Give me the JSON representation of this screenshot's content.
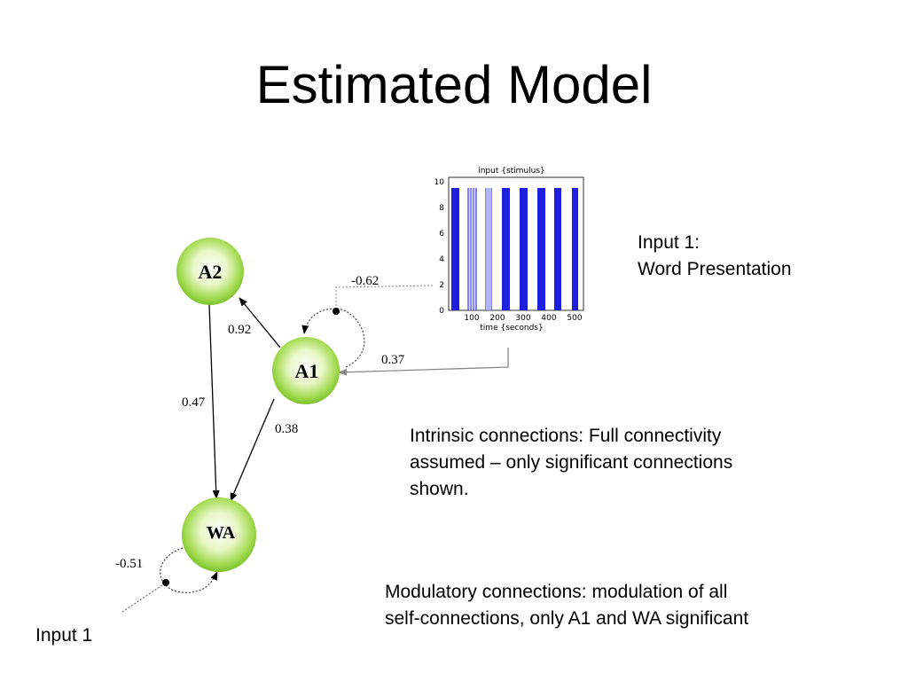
{
  "slide": {
    "title": "Estimated Model"
  },
  "nodes": {
    "a2": "A2",
    "a1": "A1",
    "wa": "WA"
  },
  "weights": {
    "a1_to_a2": "0.92",
    "a2_to_wa": "0.47",
    "a1_to_wa": "0.38",
    "input_to_a1": "0.37",
    "mod_a1_self": "-0.62",
    "mod_wa_self": "-0.51"
  },
  "input_plot": {
    "title": "input {stimulus}",
    "xlabel": "time {seconds}",
    "y_ticks": [
      "0",
      "2",
      "4",
      "6",
      "8",
      "10"
    ],
    "x_ticks": [
      "100",
      "200",
      "300",
      "400",
      "500"
    ],
    "bar_color": "#1f1fe0"
  },
  "annotations": {
    "input_label_line1": "Input 1:",
    "input_label_line2": "Word Presentation",
    "intrinsic_line1": "Intrinsic connections: Full  connectivity",
    "intrinsic_line2": "assumed – only significant connections",
    "intrinsic_line3": "shown.",
    "modulatory_line1": "Modulatory connections: modulation of all",
    "modulatory_line2": "self-connections, only A1 and WA significant",
    "input_bottom": "Input 1"
  }
}
